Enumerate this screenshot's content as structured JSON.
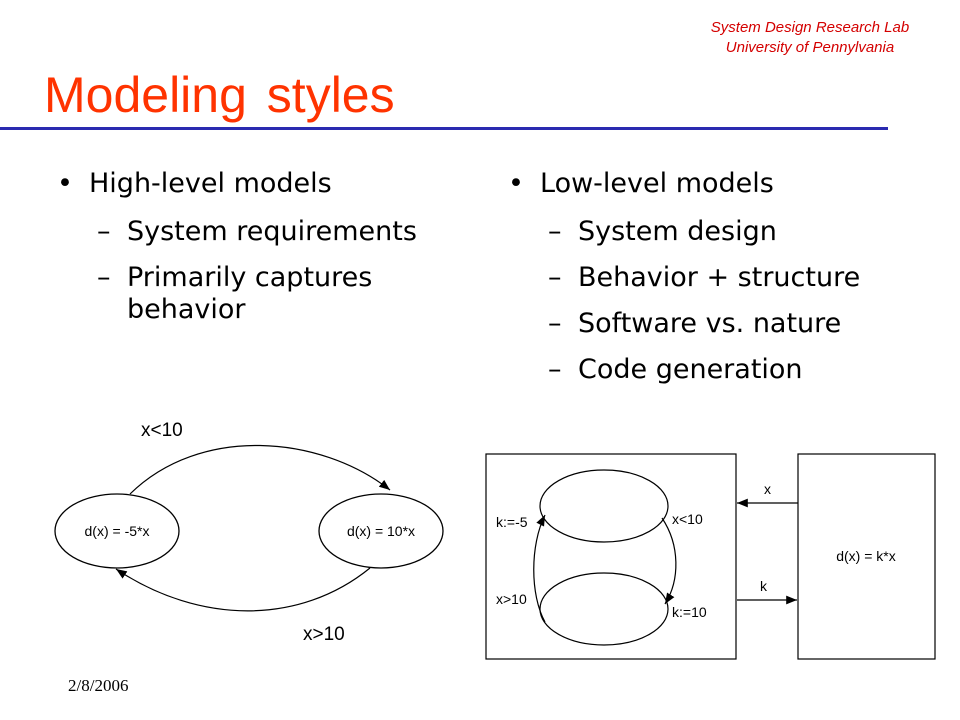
{
  "header": {
    "line1": "System Design Research Lab",
    "line2": "University of Pennylvania"
  },
  "title": "Modeling styles",
  "left_column": {
    "bullet": "•",
    "heading": "High-level models",
    "items": [
      "System requirements",
      "Primarily captures behavior"
    ]
  },
  "right_column": {
    "bullet": "•",
    "heading": "Low-level models",
    "items": [
      "System design",
      "Behavior + structure",
      "Software vs. nature",
      "Code generation"
    ]
  },
  "dash": "–",
  "left_diagram": {
    "state1": "d(x) = -5*x",
    "state2": "d(x) = 10*x",
    "top_transition": "x<10",
    "bottom_transition": "x>10"
  },
  "right_diagram": {
    "k_neg": "k:=-5",
    "x_lt": "x<10",
    "x_gt": "x>10",
    "k_pos": "k:=10",
    "input_x": "x",
    "output_k": "k",
    "plant": "d(x) = k*x"
  },
  "footer": {
    "date": "2/8/2006"
  }
}
